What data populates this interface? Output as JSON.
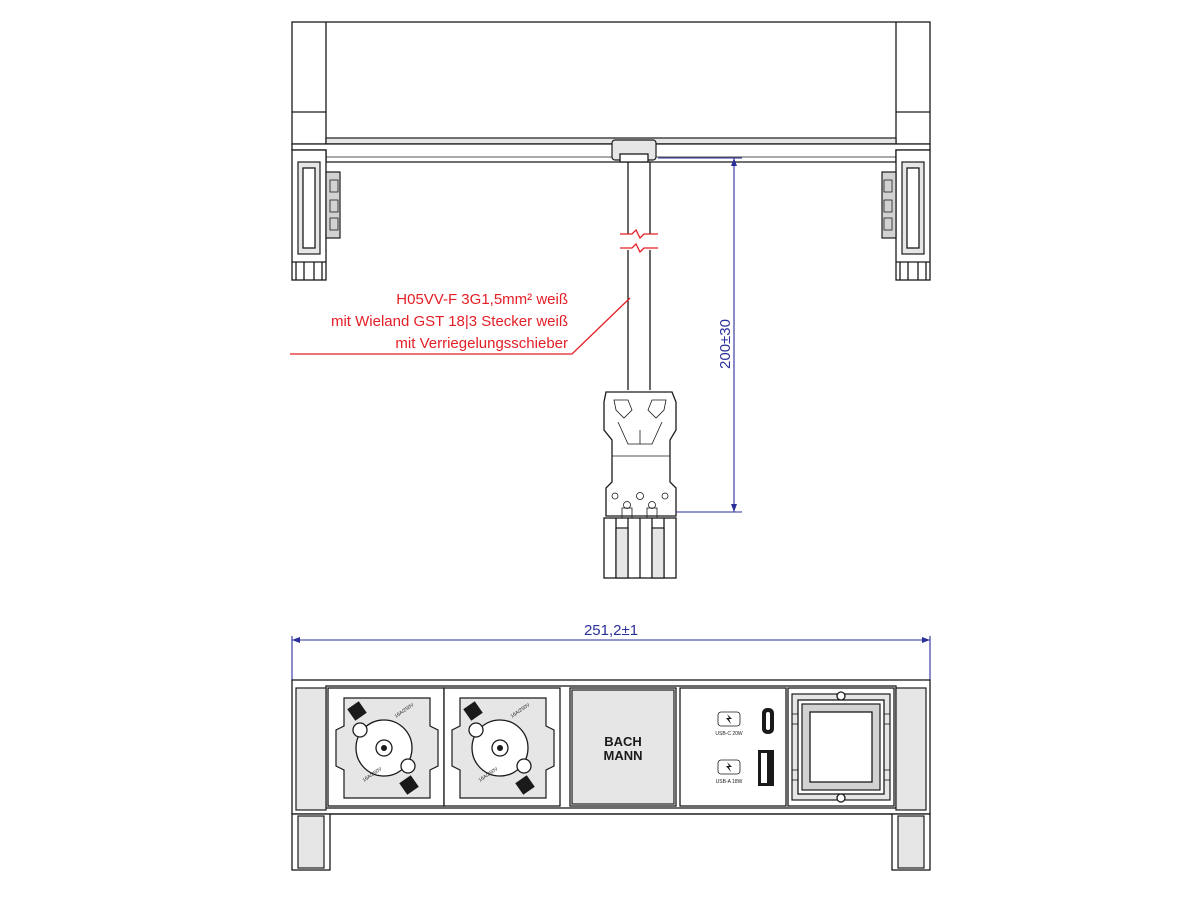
{
  "cable_annotation": {
    "line1": "H05VV-F 3G1,5mm² weiß",
    "line2": "mit Wieland GST 18|3 Stecker weiß",
    "line3": "mit Verriegelungsschieber"
  },
  "dimensions": {
    "cable_length": "200±30",
    "width": "251,2±1"
  },
  "modules": {
    "brand_logo_line1": "BACH",
    "brand_logo_line2": "MANN",
    "usb_c_label": "USB-C 20W",
    "usb_a_label": "USB-A 18W",
    "socket_marking_top": "16A/250V",
    "socket_marking_bottom": "16A/250V"
  },
  "colors": {
    "annotation": "#e41e26",
    "dimension": "#2b2f9a",
    "drawing": "#1a1a1a"
  }
}
